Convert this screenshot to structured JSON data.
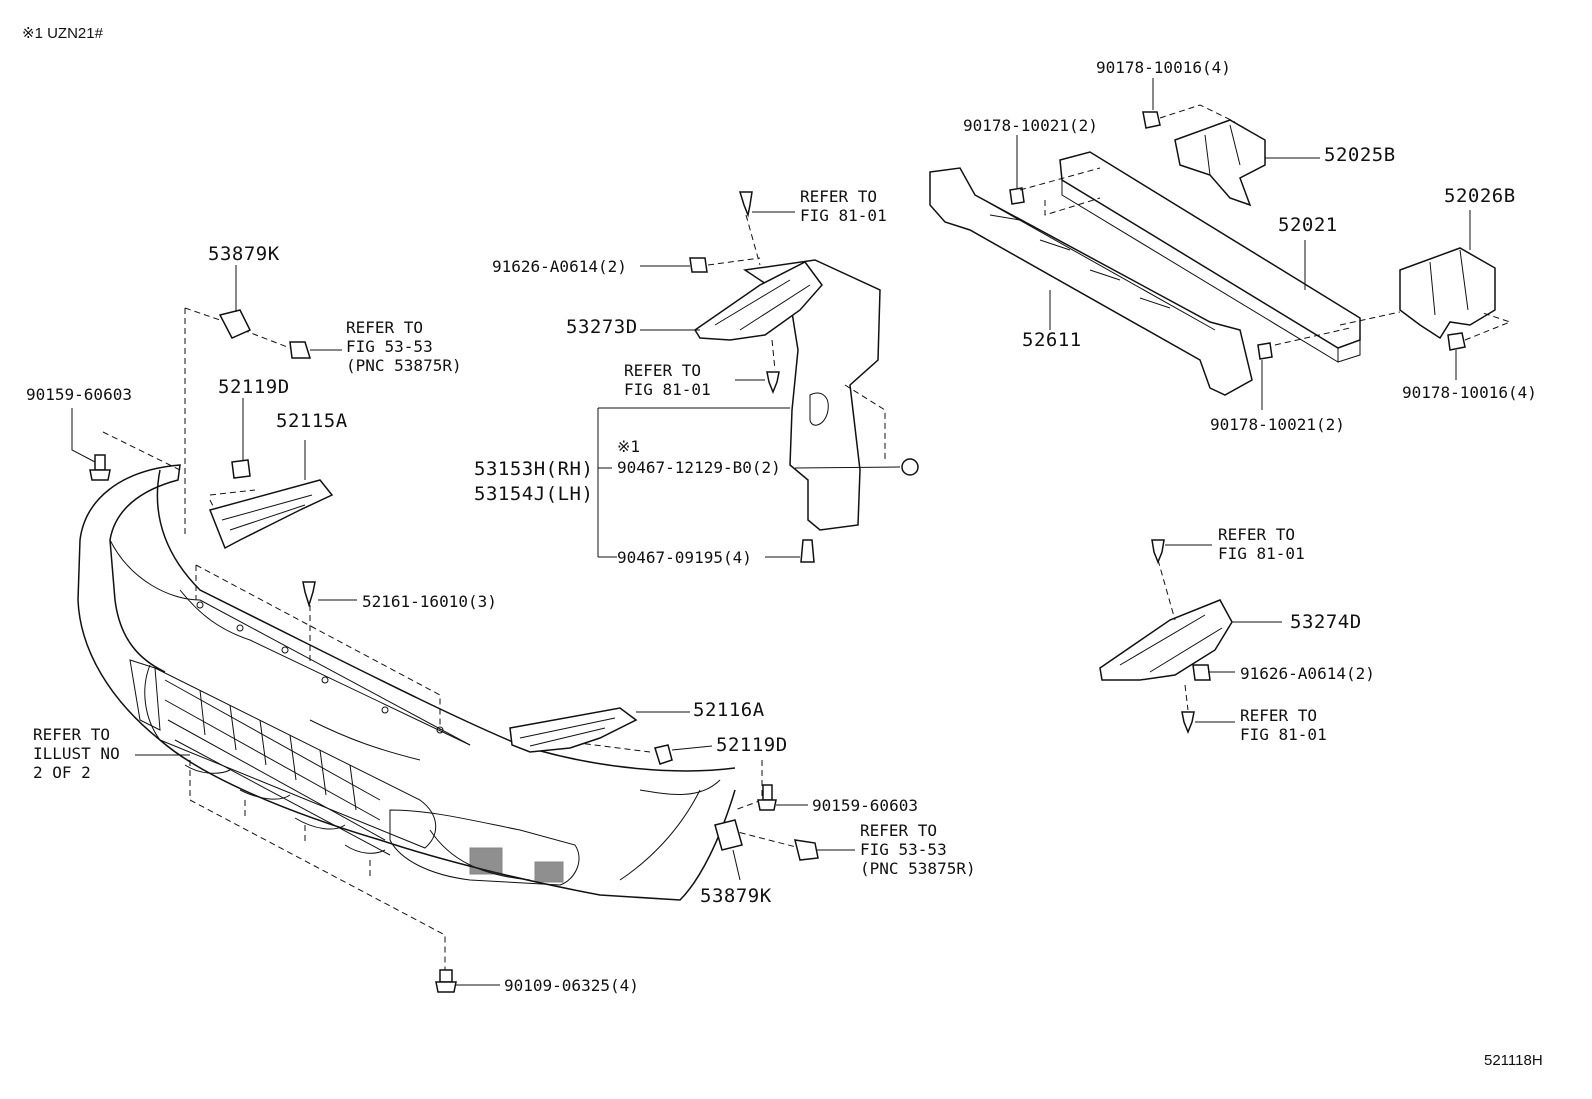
{
  "header_note": "※1 UZN21#",
  "footer_code": "521118H",
  "labels": {
    "p90178_10016_top": "90178-10016(4)",
    "p90178_10021_top": "90178-10021(2)",
    "p52025B": "52025B",
    "p52026B": "52026B",
    "p52021": "52021",
    "p52611": "52611",
    "p90178_10021_bot": "90178-10021(2)",
    "p90178_10016_bot": "90178-10016(4)",
    "refer_fig81_a": "REFER TO\nFIG 81-01",
    "p91626_a": "91626-A0614(2)",
    "p53273D": "53273D",
    "refer_fig81_b": "REFER TO\nFIG 81-01",
    "p53153H": "53153H(RH)",
    "p53154J": "53154J(LH)",
    "mark1": "※1",
    "p90467_12129": "90467-12129-B0(2)",
    "p90467_09195": "90467-09195(4)",
    "p53879K_top": "53879K",
    "refer_fig53_a": "REFER TO\nFIG 53-53\n(PNC 53875R)",
    "p52119D_top": "52119D",
    "p52115A": "52115A",
    "p90159_top": "90159-60603",
    "p52161": "52161-16010(3)",
    "p52116A": "52116A",
    "p52119D_bot": "52119D",
    "p90159_bot": "90159-60603",
    "refer_illust": "REFER TO\nILLUST NO\n2 OF 2",
    "refer_fig53_b": "REFER TO\nFIG 53-53\n(PNC 53875R)",
    "p53879K_bot": "53879K",
    "p90109": "90109-06325(4)",
    "refer_fig81_c": "REFER TO\nFIG 81-01",
    "p53274D": "53274D",
    "p91626_b": "91626-A0614(2)",
    "refer_fig81_d": "REFER TO\nFIG 81-01"
  }
}
